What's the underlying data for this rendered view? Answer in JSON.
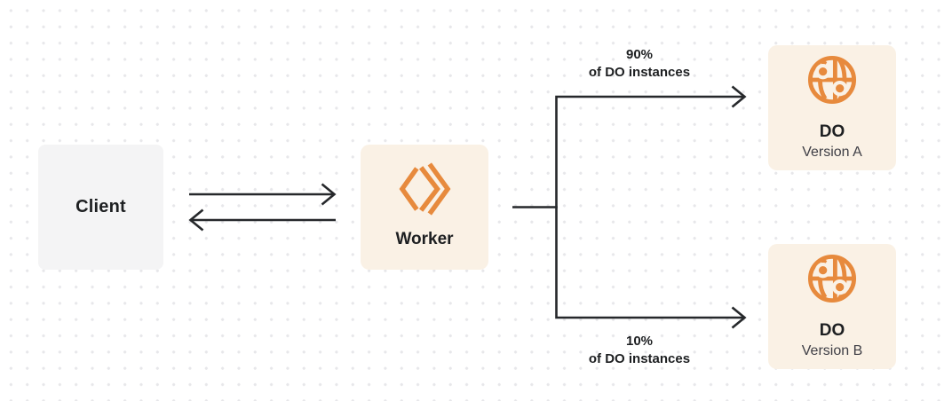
{
  "colors": {
    "background": "#ffffff",
    "dot_grid": "#e7e7ea",
    "accent_orange": "#e78a3d",
    "node_cream": "#faf1e5",
    "node_gray": "#f4f4f5",
    "connector_dark": "#26282b",
    "text_primary": "#1d1f21",
    "text_secondary": "#3f3f46"
  },
  "nodes": {
    "client": {
      "label": "Client"
    },
    "worker": {
      "label": "Worker",
      "icon": "workers-chevrons-icon"
    },
    "do_version_a": {
      "label": "DO",
      "sublabel": "Version A",
      "icon": "durable-object-globe-icon"
    },
    "do_version_b": {
      "label": "DO",
      "sublabel": "Version B",
      "icon": "durable-object-globe-icon"
    }
  },
  "edges": {
    "client_to_worker": {
      "type": "bidirectional-arrows"
    },
    "worker_split_top": {
      "percent": "90%",
      "caption": "of DO instances"
    },
    "worker_split_bottom": {
      "percent": "10%",
      "caption": "of DO instances"
    }
  }
}
